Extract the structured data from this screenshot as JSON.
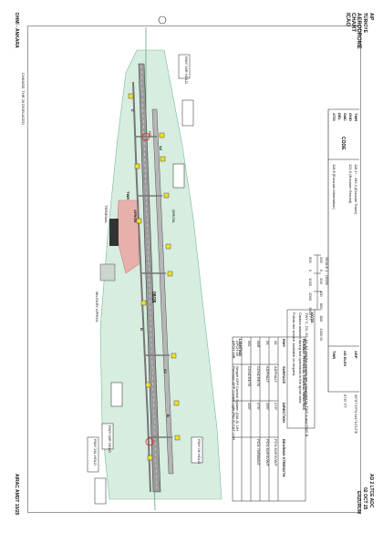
{
  "header": {
    "country": "AIP",
    "state": "TÜRKİYE",
    "ad_ref": "AD 2 LTCE ADC",
    "date": "02 OCT 25",
    "location_code": "ERZURUM"
  },
  "title_block": {
    "chart_name_1": "AERODROME",
    "chart_name_2": "CHART",
    "chart_name_3": "ICAO",
    "code_label": "CODE",
    "freq_rows": [
      {
        "label": "TWR",
        "value": "118.1* - 263.3 (Erzurum Tower)"
      },
      {
        "label": "GND",
        "value": "121.9 (Erzurum Ground)"
      },
      {
        "label": "SMC",
        "value": ""
      },
      {
        "label": "DEL",
        "value": ""
      },
      {
        "label": "ATIS",
        "value": "118.8 (Erzurum Information)"
      }
    ],
    "arp_label": "ARP",
    "arp_value": "39°57'23\"N 041°10'12\"E",
    "elev_label": "AD ELEV",
    "elev_value": "5767 FT",
    "tower_label": "TWR"
  },
  "table": {
    "title": "RUNWAY PHYSICAL CHARACTERISTICS",
    "headers": [
      "RWY",
      "SURFACE",
      "DIRECTION",
      "BEARING STRENGTH"
    ],
    "rows": [
      [
        "08",
        "ASPHALT",
        "079°",
        "PCN 61/F/C/W/T"
      ],
      [
        "26",
        "ASPHALT",
        "259°",
        "PCN 61/F/C/W/T"
      ],
      [
        "08R",
        "CONCRETE",
        "079°",
        "PCN 70/R/B/X/T"
      ],
      [
        "26L",
        "CONCRETE",
        "259°",
        ""
      ]
    ],
    "lighting_title": "LIGHTING",
    "lighting_rows": [
      [
        "APCH 08",
        "Simple APP Control System (SALS) LIH"
      ],
      [
        "APCH 26R",
        "Precision APP Control Light (PALS) CAT I LIH"
      ],
      [
        "APCH 26L",
        "Precision APP Control Light (PALS) CAT II LIH"
      ],
      [
        "RWY LGT",
        "Edge / TDZ / Centreline / Stop bar"
      ],
      [
        "TWY LGT",
        "Edge / Centreline"
      ]
    ]
  },
  "notes": {
    "title": "NOTE:",
    "items": [
      "TWY C, D1, D2, A1, A2 and the runway are connected by TWY A and TWY B.",
      "Caution advised during taxi operations in the apron area.",
      "Follow-me service available on request."
    ]
  },
  "scale": {
    "label": "SCALE 1 : 15000",
    "m_ticks": [
      "200",
      "0",
      "200",
      "400",
      "600",
      "800",
      "1000 M"
    ],
    "ft_ticks": [
      "500",
      "0",
      "1000",
      "2000",
      "3000 FT"
    ]
  },
  "labels": {
    "rwy_long": "08/26",
    "rwy_short": "08R/26L",
    "apron": "APRON",
    "terminal": "TERMINAL",
    "military": "MILITARY APRON",
    "twy_c": "C",
    "twy_d": "D",
    "twy_a1": "A1",
    "twy_a2": "A2",
    "twy_b": "B",
    "hold_1": "RWY 26L HOLD",
    "hold_2": "RWY 08R HOLD",
    "hold_3": "RWY 26R HOLD",
    "hold_4": "RWY 08 HOLD",
    "hot_spot": "HS",
    "tower": "TWR"
  },
  "footer": {
    "left": "DHMİ - ANKARA",
    "right": "AIRAC AMDT 10/25",
    "changes": "CHANGE: THR 26 DISPLACED"
  },
  "colors": {
    "grass": "#d6ede0",
    "runway": "#9b9b9b",
    "apron": "#e7b1aa",
    "marker": "#f0df2c",
    "line": "#222222"
  }
}
